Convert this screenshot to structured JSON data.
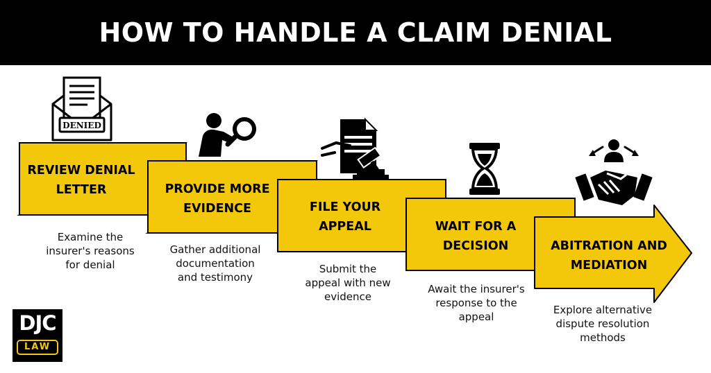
{
  "title": "HOW TO HANDLE A CLAIM DENIAL",
  "colors": {
    "accent": "#f3c80a",
    "header_bg": "#000000",
    "text": "#000000"
  },
  "steps": [
    {
      "title_lines": [
        "REVIEW DENIAL",
        "LETTER"
      ],
      "desc_lines": [
        "Examine the",
        "insurer's reasons",
        "for denial"
      ],
      "icon": "envelope-denied-icon",
      "icon_text": "DENIED"
    },
    {
      "title_lines": [
        "PROVIDE MORE",
        "EVIDENCE"
      ],
      "desc_lines": [
        "Gather additional",
        "documentation",
        "and testimony"
      ],
      "icon": "magnifier-person-icon"
    },
    {
      "title_lines": [
        "FILE YOUR",
        "APPEAL"
      ],
      "desc_lines": [
        "Submit the",
        "appeal with new",
        "evidence"
      ],
      "icon": "gavel-document-icon"
    },
    {
      "title_lines": [
        "WAIT FOR A",
        "DECISION"
      ],
      "desc_lines": [
        "Await the insurer's",
        "response to the",
        "appeal"
      ],
      "icon": "hourglass-icon"
    },
    {
      "title_lines": [
        "ABITRATION AND",
        "MEDIATION"
      ],
      "desc_lines": [
        "Explore alternative",
        "dispute resolution",
        "methods"
      ],
      "icon": "handshake-mediator-icon"
    }
  ],
  "logo": {
    "top": "DJC",
    "bottom": "LAW"
  }
}
